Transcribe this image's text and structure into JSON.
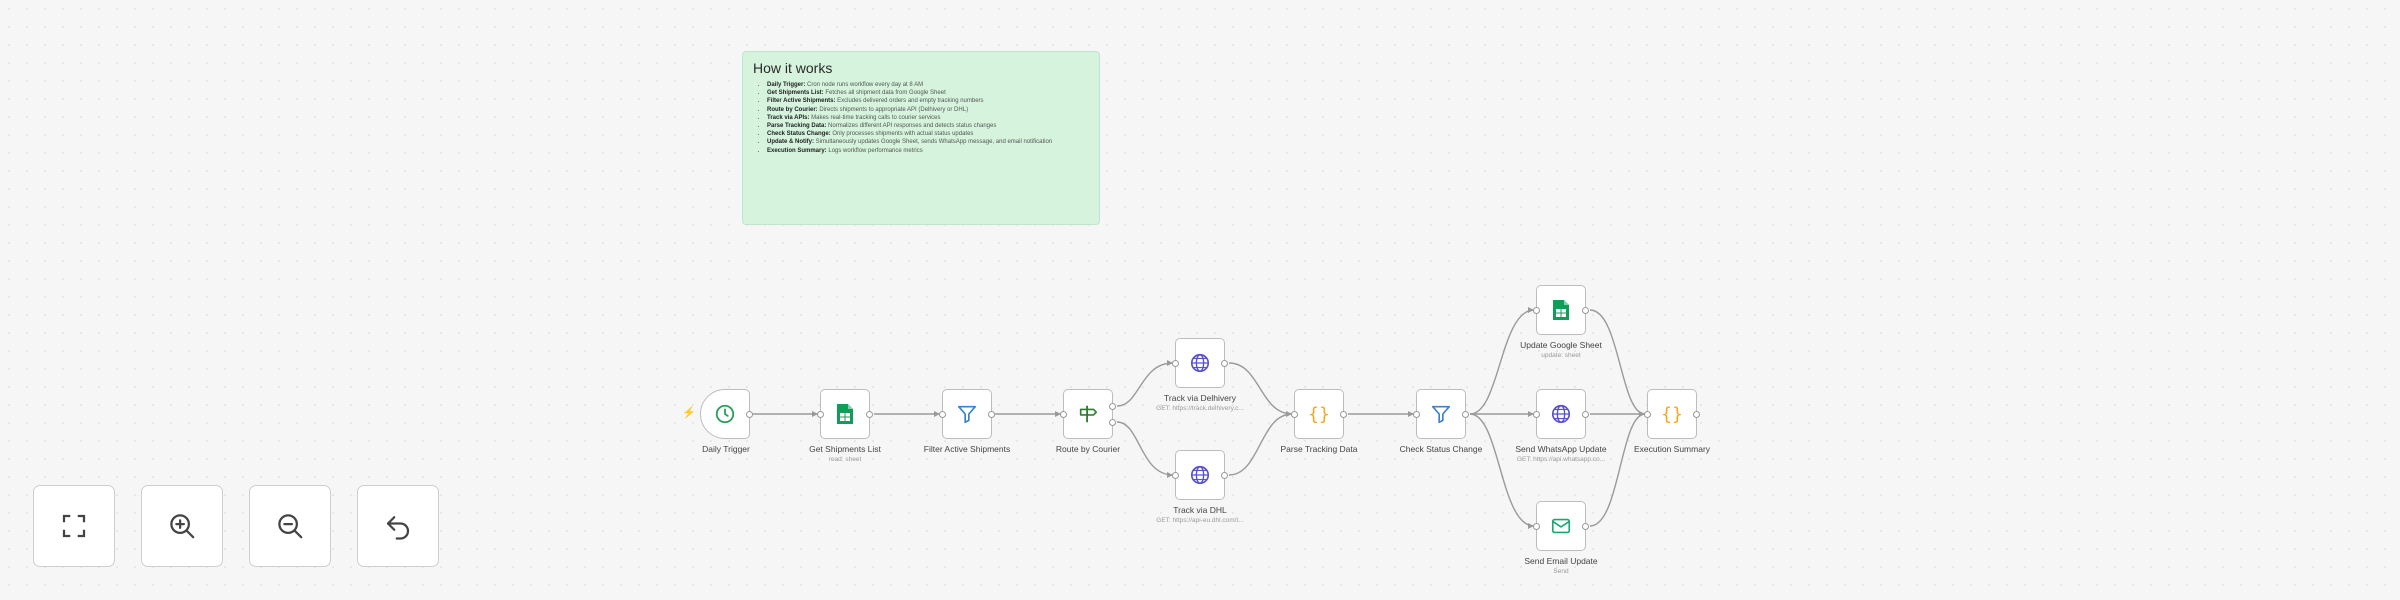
{
  "note": {
    "title": "How it works",
    "items": [
      {
        "bold": "Daily Trigger:",
        "text": " Cron node runs workflow every day at 8 AM"
      },
      {
        "bold": "Get Shipments List:",
        "text": " Fetches all shipment data from Google Sheet"
      },
      {
        "bold": "Filter Active Shipments:",
        "text": " Excludes delivered orders and empty tracking numbers"
      },
      {
        "bold": "Route by Courier:",
        "text": " Directs shipments to appropriate API (Delhivery or DHL)"
      },
      {
        "bold": "Track via APIs:",
        "text": " Makes real-time tracking calls to courier services"
      },
      {
        "bold": "Parse Tracking Data:",
        "text": " Normalizes different API responses and detects status changes"
      },
      {
        "bold": "Check Status Change:",
        "text": " Only processes shipments with actual status updates"
      },
      {
        "bold": "Update & Notify:",
        "text": " Simultaneously updates Google Sheet, sends WhatsApp message, and email notification"
      },
      {
        "bold": "Execution Summary:",
        "text": " Logs workflow performance metrics"
      }
    ]
  },
  "nodes": {
    "daily_trigger": {
      "label": "Daily Trigger",
      "icon": "clock-icon"
    },
    "get_shipments": {
      "label": "Get Shipments List",
      "sub": "read: sheet",
      "icon": "google-sheets-icon"
    },
    "filter_active": {
      "label": "Filter Active Shipments",
      "icon": "filter-icon"
    },
    "route_courier": {
      "label": "Route by Courier",
      "icon": "signpost-icon"
    },
    "track_delhivery": {
      "label": "Track via Delhivery",
      "sub": "GET: https://track.delhivery.c...",
      "icon": "globe-icon"
    },
    "track_dhl": {
      "label": "Track via DHL",
      "sub": "GET: https://api-eu.dhl.com/t...",
      "icon": "globe-icon"
    },
    "parse_tracking": {
      "label": "Parse Tracking Data",
      "icon": "code-braces-icon"
    },
    "check_status": {
      "label": "Check Status Change",
      "icon": "filter-icon"
    },
    "update_sheet": {
      "label": "Update Google Sheet",
      "sub": "update: sheet",
      "icon": "google-sheets-icon"
    },
    "send_whatsapp": {
      "label": "Send WhatsApp Update",
      "sub": "GET: https://api.whatsapp.co...",
      "icon": "globe-icon"
    },
    "send_email": {
      "label": "Send Email Update",
      "sub": "Send",
      "icon": "mail-icon"
    },
    "exec_summary": {
      "label": "Execution Summary",
      "icon": "code-braces-icon"
    }
  },
  "controls": {
    "fit": "fit-view-icon",
    "zoom_in": "zoom-in-icon",
    "zoom_out": "zoom-out-icon",
    "reset": "undo-icon"
  },
  "colors": {
    "sheets_green": "#0f9d58",
    "filter_blue": "#3b82c4",
    "globe_blue": "#5a4fcf",
    "code_orange": "#f5a623",
    "route_green": "#2e7d32",
    "mail_green": "#1ba672",
    "note_bg": "#d5f3dd"
  }
}
